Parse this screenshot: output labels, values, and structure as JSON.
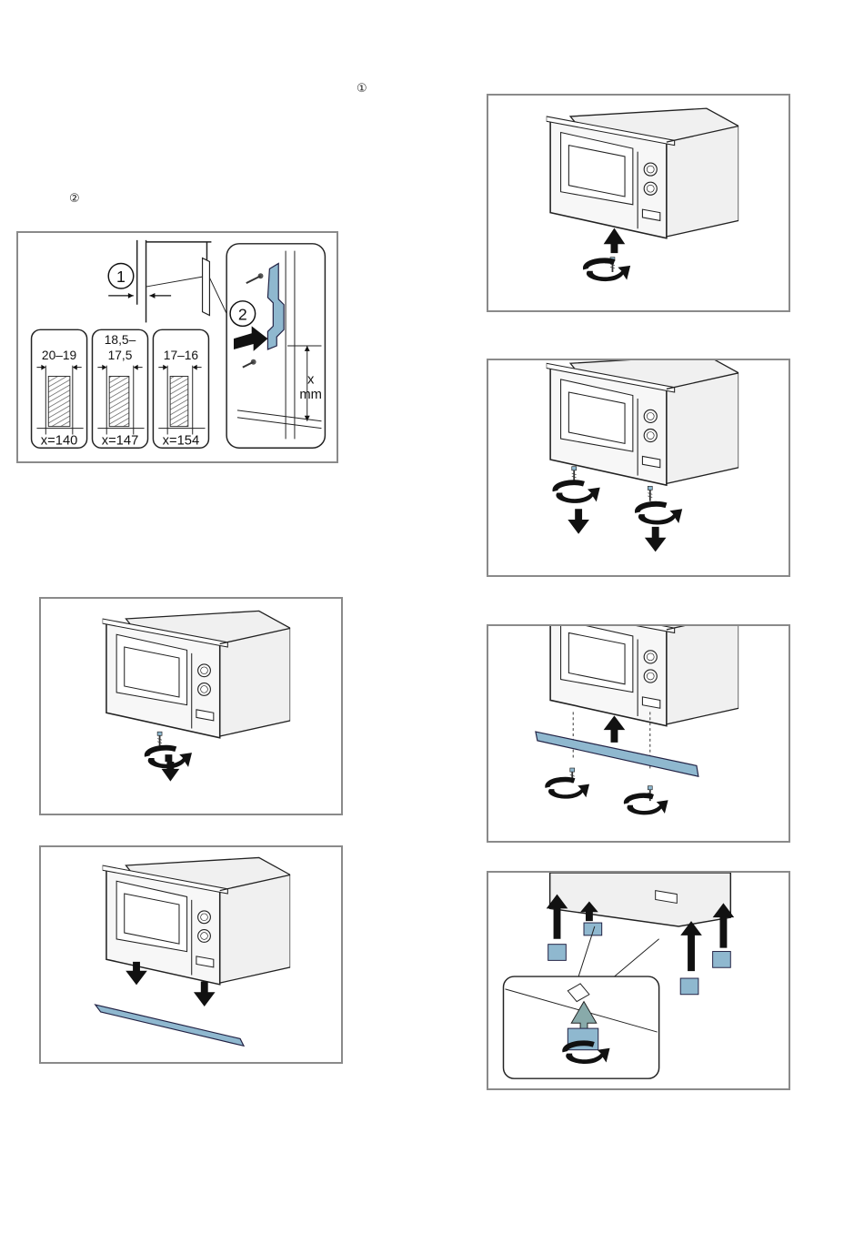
{
  "markers": {
    "top": "①",
    "mid": "②"
  },
  "figure_mount": {
    "callout_1": "1",
    "callout_2": "2",
    "thick_a": "20–19",
    "thick_b_line1": "18,5–",
    "thick_b_line2": "17,5",
    "thick_c": "17–16",
    "x_a": "x=140",
    "x_b": "x=147",
    "x_c": "x=154",
    "dim_x": "x",
    "dim_unit": "mm"
  },
  "colors": {
    "frame": "#8a8a8a",
    "part_blue": "#8fb8cf",
    "arrow": "#111111",
    "hatch": "#555555"
  }
}
